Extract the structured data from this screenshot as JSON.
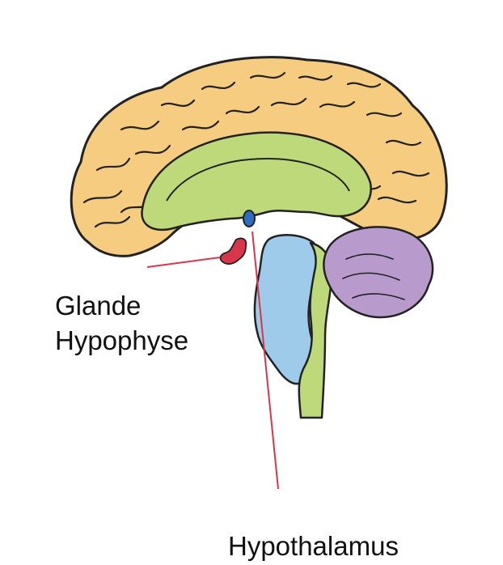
{
  "labels": {
    "gland_line1": "Glande",
    "gland_line2": "Hypophyse",
    "hypothalamus": "Hypothalamus"
  },
  "colors": {
    "cerebrum": "#F6CC80",
    "cerebrum_outline": "#222222",
    "corpus_callosum": "#BDD97A",
    "brainstem": "#9ECBEA",
    "cerebellum": "#B89BCC",
    "pituitary": "#D8364A",
    "hypothalamus": "#2E6CC0",
    "leader_line": "#D8364A"
  }
}
